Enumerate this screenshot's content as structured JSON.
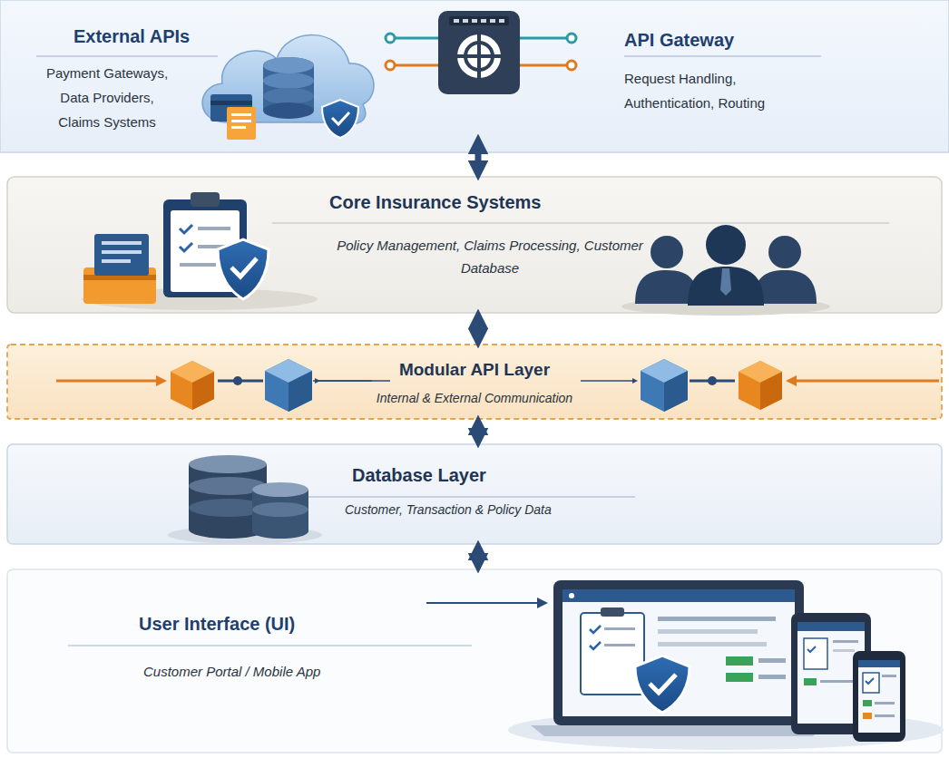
{
  "diagram": {
    "nodes": [
      {
        "text": [
          "External APIs",
          "Payment Gateways, Data Providers, Claims Systems"
        ]
      },
      {
        "text": [
          "API Gateway",
          "Request Handling, Authentication, Routing"
        ]
      },
      {
        "text": [
          "Core Insurance Systems",
          "Policy Management, Claims Processing, Customer Database"
        ]
      },
      {
        "text": [
          "Modular API Layer",
          "Internal & External Communication"
        ]
      },
      {
        "text": [
          "Database Layer",
          "Customer, Transaction & Policy Data"
        ]
      },
      {
        "text": [
          "User Interface (UI)",
          "Customer Portal / Mobile App"
        ]
      }
    ],
    "edges": [
      {
        "from": 1,
        "to": 2,
        "arrow": "both"
      },
      {
        "from": 2,
        "to": 3,
        "arrow": "both"
      },
      {
        "from": 3,
        "to": 4,
        "arrow": "both"
      },
      {
        "from": 4,
        "to": 5,
        "arrow": "both"
      }
    ]
  }
}
